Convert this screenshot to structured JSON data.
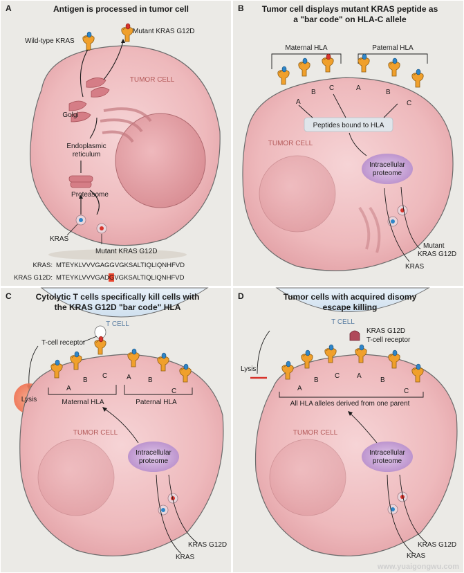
{
  "panels": {
    "A": {
      "letter": "A",
      "title": "Antigen is processed in tumor cell",
      "wild_type": "Wild-type KRAS",
      "mutant": "Mutant KRAS G12D",
      "tumor": "TUMOR CELL",
      "golgi": "Golgi",
      "er1": "Endoplasmic",
      "er2": "reticulum",
      "proteasome": "Proteasome",
      "kras": "KRAS",
      "mutant_bottom": "Mutant KRAS G12D",
      "seq1_label": "KRAS:",
      "seq1": "MTEYKLVVVGAGGVGKSALTIQLIQNHFVD",
      "seq2_label": "KRAS G12D:",
      "seq2_pre": "MTEYKLVVVGA",
      "seq2_mut": "D",
      "seq2_post": "GVGKSALTIQLIQNHFVD"
    },
    "B": {
      "letter": "B",
      "title1": "Tumor cell displays mutant KRAS peptide as",
      "title2": "a \"bar code\" on HLA-C allele",
      "maternal": "Maternal HLA",
      "paternal": "Paternal HLA",
      "peptides": "Peptides bound to HLA",
      "tumor": "TUMOR CELL",
      "proteome1": "Intracellular",
      "proteome2": "proteome",
      "mutant1": "Mutant",
      "mutant2": "KRAS G12D",
      "kras": "KRAS",
      "alleles": [
        "A",
        "B",
        "C",
        "A",
        "B",
        "C"
      ]
    },
    "C": {
      "letter": "C",
      "title1": "Cytolytic T cells specifically kill cells with",
      "title2": "the KRAS G12D \"bar code\" HLA",
      "tcell": "T CELL",
      "receptor": "T-cell receptor",
      "lysis": "Lysis",
      "maternal": "Maternal HLA",
      "paternal": "Paternal HLA",
      "tumor": "TUMOR CELL",
      "proteome1": "Intracellular",
      "proteome2": "proteome",
      "kras_g12d": "KRAS G12D",
      "kras": "KRAS",
      "alleles": [
        "A",
        "B",
        "C",
        "A",
        "B",
        "C"
      ]
    },
    "D": {
      "letter": "D",
      "title1": "Tumor cells with acquired disomy",
      "title2": "escape killing",
      "tcell": "T CELL",
      "kras_g12d_top": "KRAS G12D",
      "receptor": "T-cell receptor",
      "lysis": "Lysis",
      "all_hla": "All HLA alleles derived from one parent",
      "tumor": "TUMOR CELL",
      "proteome1": "Intracellular",
      "proteome2": "proteome",
      "kras_g12d": "KRAS G12D",
      "kras": "KRAS",
      "alleles": [
        "A",
        "B",
        "C",
        "A",
        "B",
        "C"
      ]
    }
  },
  "watermark": "www.yuaigongwu.com",
  "colors": {
    "panel_bg": "#ebeae6",
    "cell_fill": "#f1c2c4",
    "cell_stroke": "#6b6b6b",
    "nucleus": "#e7a9ad",
    "hla_orange": "#f0a02c",
    "peptide_blue": "#2f86c8",
    "mutant_red": "#d8342c",
    "proteome": "#c9a5d6",
    "lysis": "#f07a5c",
    "mutation_highlight": "#e8452e"
  }
}
